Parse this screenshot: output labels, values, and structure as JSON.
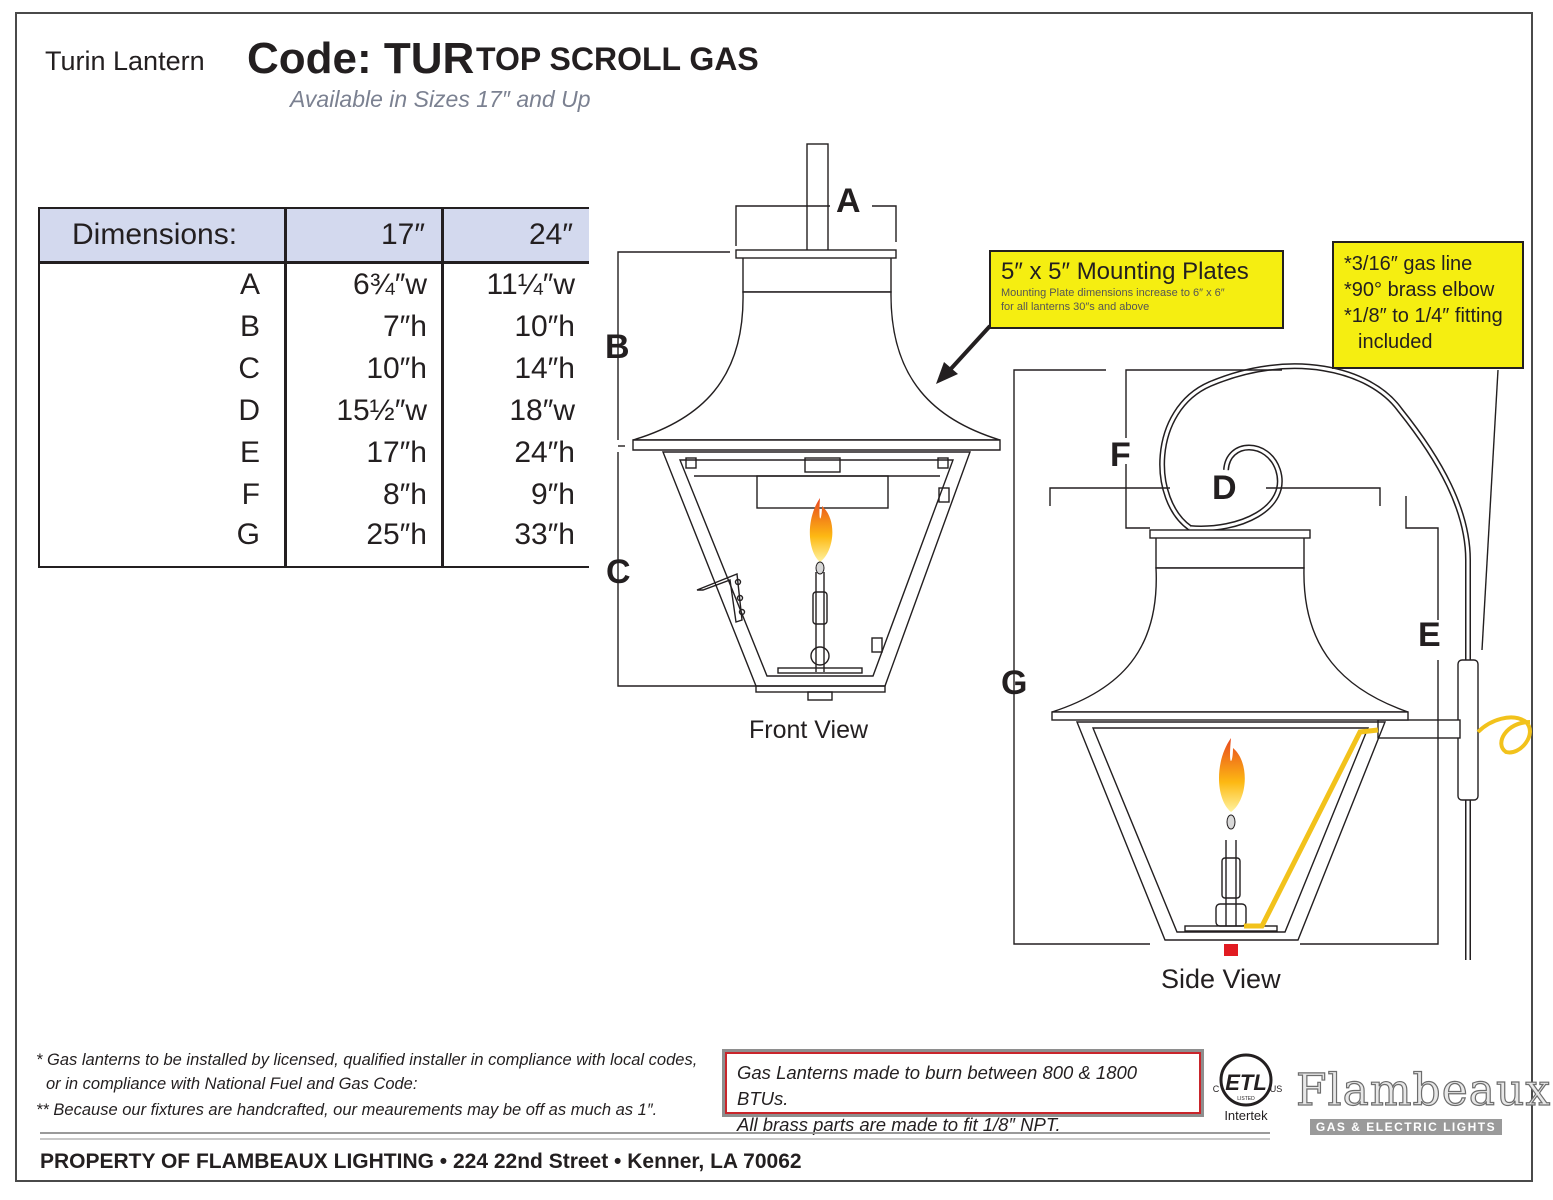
{
  "header": {
    "product_name": "Turin Lantern",
    "code": "Code: TUR",
    "code_subtitle": "TOP SCROLL GAS",
    "availability": "Available in Sizes 17″ and Up"
  },
  "dimensions_table": {
    "headers": [
      "Dimensions:",
      "17″",
      "24″"
    ],
    "rows": [
      [
        "A",
        "6¾″w",
        "11¼″w"
      ],
      [
        "B",
        "7″h",
        "10″h"
      ],
      [
        "C",
        "10″h",
        "14″h"
      ],
      [
        "D",
        "15½″w",
        "18″w"
      ],
      [
        "E",
        "17″h",
        "24″h"
      ],
      [
        "F",
        "8″h",
        "9″h"
      ],
      [
        "G",
        "25″h",
        "33″h"
      ]
    ]
  },
  "mounting_plates": {
    "title": "5″ x 5″ Mounting Plates",
    "note_line1": "Mounting Plate dimensions increase to 6″ x 6″",
    "note_line2": "for all lanterns 30″s and above"
  },
  "gas_line": {
    "line1": "*3/16″ gas line",
    "line2": "*90° brass elbow",
    "line3": "*1/8″ to 1/4″ fitting",
    "line4": "included"
  },
  "front_view": {
    "caption": "Front View",
    "labels": {
      "a": "A",
      "b": "B",
      "c": "C"
    }
  },
  "side_view": {
    "caption": "Side View",
    "labels": {
      "d": "D",
      "e": "E",
      "f": "F",
      "g": "G"
    }
  },
  "footer": {
    "note1_line1": "* Gas lanterns to be installed by licensed, qualified installer in compliance with local codes,",
    "note1_line2": "or in compliance with National Fuel and Gas Code:",
    "note2": "** Because our fixtures are handcrafted, our meaurements may be off as much as 1″.",
    "btu_line1": "Gas Lanterns made to burn between 800 & 1800 BTUs.",
    "btu_line2": "All brass parts are made to fit 1/8″ NPT.",
    "property": "PROPERTY OF FLAMBEAUX LIGHTING • 224 22nd Street • Kenner, LA 70062"
  },
  "certification": {
    "mark": "ETL",
    "left": "C",
    "right": "US",
    "listed": "LISTED",
    "company": "Intertek"
  },
  "logo": {
    "name": "Flambeaux",
    "tagline": "GAS & ELECTRIC LIGHTS"
  },
  "colors": {
    "callout": "#f5ee11",
    "table_header": "#d3d9ee",
    "gas_line": "#f2c21b",
    "flame": "#f7941d"
  }
}
